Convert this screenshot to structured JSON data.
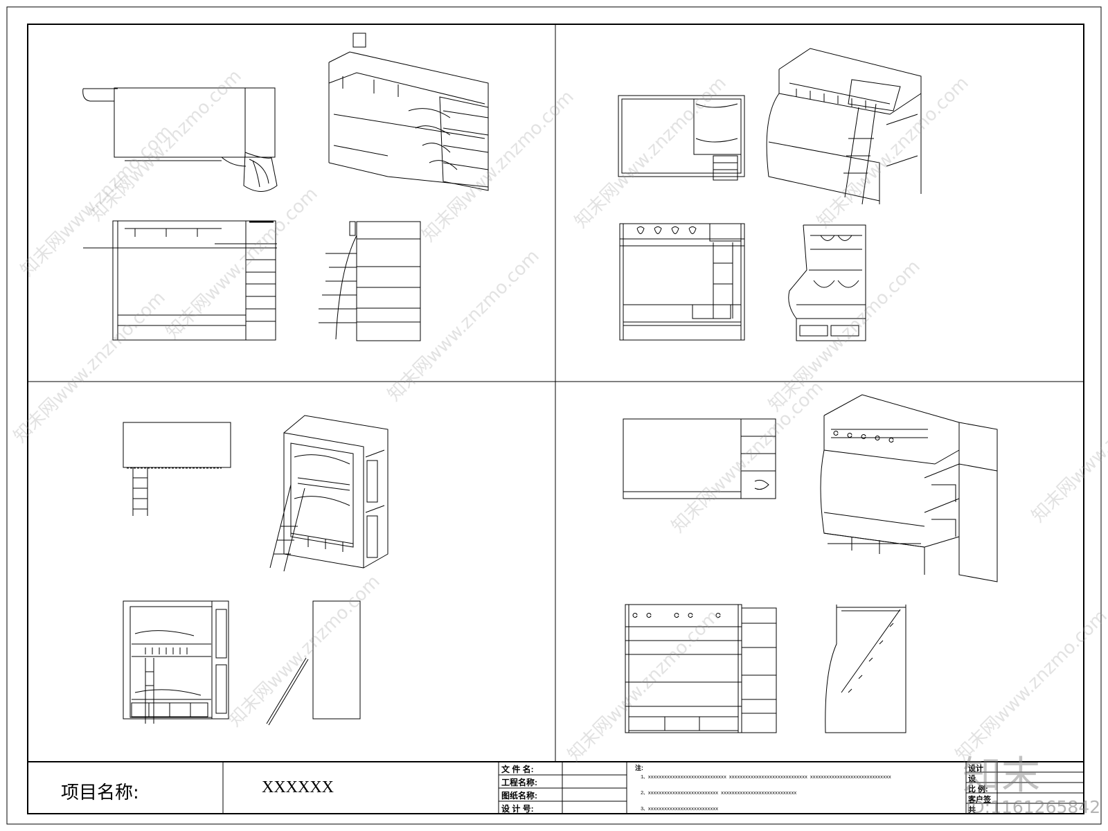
{
  "title_block": {
    "project_label": "项目名称:",
    "project_value": "XXXXXX",
    "file_name_label": "文 件 名:",
    "project_name_label": "工程名称:",
    "drawing_name_label": "图纸名称:",
    "design_no_label": "设 计 号:",
    "notes_label": "注:",
    "note_1": "1、xxxxxxxxxxxxxxxxxxxxxxxxxxxxx    xxxxxxxxxxxxxxxxxxxxxxxxxxxxx    xxxxxxxxxxxxxxxxxxxxxxxxxxxxxx",
    "note_2": "2、xxxxxxxxxxxxxxxxxxxxxxxxxx    xxxxxxxxxxxxxxxxxxxxxxxxxxxx",
    "note_3": "3、xxxxxxxxxxxxxxxxxxxxxxxxxx",
    "right_1": "设计",
    "right_2": "设",
    "right_3": "比   例:",
    "right_4": "客户签",
    "right_5": "共"
  },
  "watermark": {
    "text": "知末网www.znzmo.com",
    "logo": "知末",
    "id_text": "ID:1161265842"
  }
}
